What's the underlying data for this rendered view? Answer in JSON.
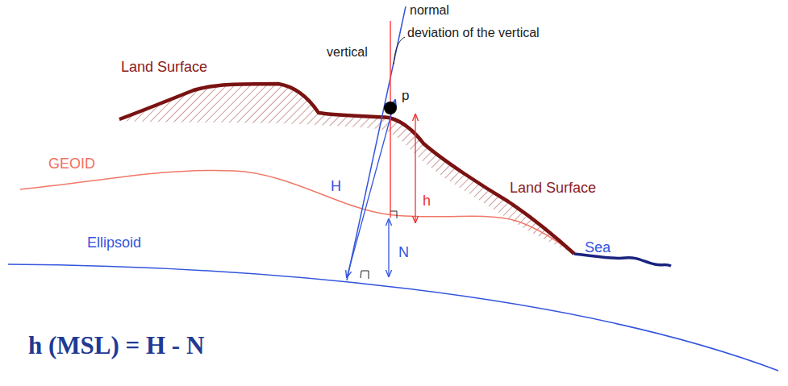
{
  "diagram": {
    "labels": [
      "normal",
      "vertical",
      "deviation of the vertical",
      "Land Surface",
      "p",
      "GEOID",
      "Land Surface",
      "H",
      "h",
      "Ellipsoid",
      "N",
      "Sea",
      "h (MSL) = H - N"
    ]
  }
}
